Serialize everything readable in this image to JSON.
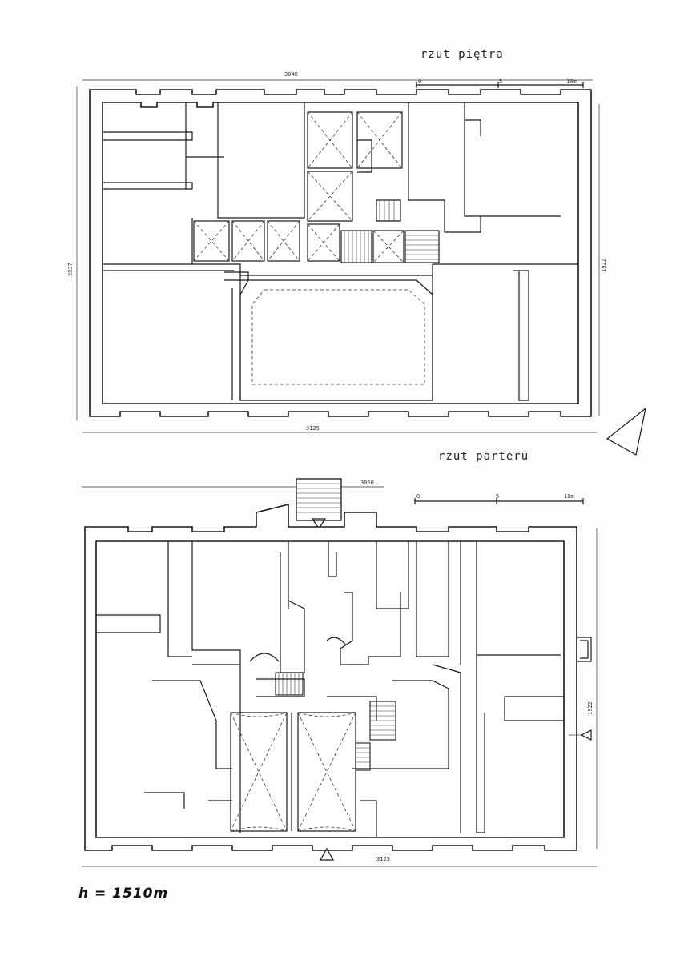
{
  "upper_plan": {
    "title": "rzut piętra",
    "dim_top": "3040",
    "dim_bottom": "3125",
    "dim_left": "2037",
    "dim_right": "1922",
    "scale": {
      "zero": "0",
      "mid": "5",
      "end": "10m"
    }
  },
  "ground_plan": {
    "title": "rzut parteru",
    "dim_top": "3060",
    "dim_bottom": "3125",
    "dim_right": "1922",
    "scale": {
      "zero": "0",
      "mid": "5",
      "end": "10m"
    }
  },
  "height_note": "h = 1510m",
  "icons": {
    "north_arrow": "north-arrow-icon",
    "entrance": "entrance-arrow-icon"
  }
}
